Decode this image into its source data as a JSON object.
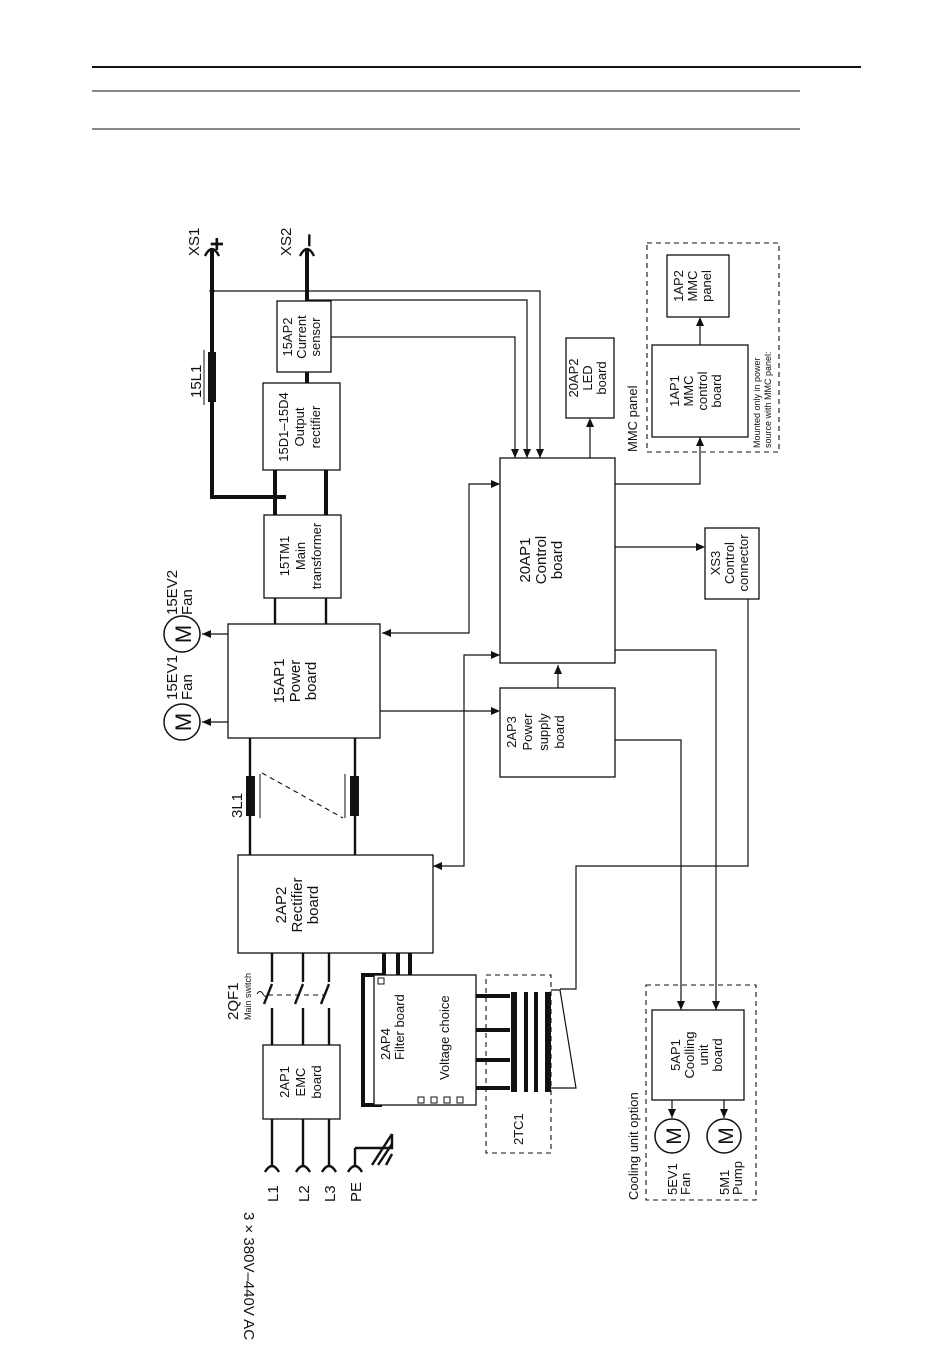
{
  "labels": {
    "xs1": "XS1",
    "xs2": "XS2",
    "plus": "+",
    "minus": "–",
    "l15l1": "15L1",
    "current_sensor": [
      "15AP2",
      "Current",
      "sensor"
    ],
    "output_rectifier": [
      "15D1–15D4",
      "Output",
      "rectifier"
    ],
    "main_transformer": [
      "15TM1",
      "Main",
      "transformer"
    ],
    "power_board": [
      "15AP1",
      "Power",
      "board"
    ],
    "fan1": [
      "15EV1",
      "Fan"
    ],
    "fan2": [
      "15EV2",
      "Fan"
    ],
    "motor": "M",
    "control_board": [
      "20AP1",
      "Control",
      "board"
    ],
    "led_board": [
      "20AP2",
      "LED",
      "board"
    ],
    "mmc_panel_caption": "MMC panel",
    "mmc_control": [
      "1AP1",
      "MMC",
      "control",
      "board"
    ],
    "mmc_panel": [
      "1AP2",
      "MMC",
      "panel"
    ],
    "mmc_note": [
      "Mounted only in power",
      "source with MMC panel:"
    ],
    "control_connector": [
      "XS3",
      "Control",
      "connector"
    ],
    "power_supply": [
      "2AP3",
      "Power",
      "supply",
      "board"
    ],
    "l3l1": "3L1",
    "rectifier_board": [
      "2AP2",
      "Rectifier",
      "board"
    ],
    "main_switch": [
      "2QF1",
      "Main switch"
    ],
    "emc_board": [
      "2AP1",
      "EMC",
      "board"
    ],
    "filter_board": [
      "2AP4",
      "Filter board"
    ],
    "voltage_choice": "Voltage choice",
    "transformer_2tc1": "2TC1",
    "cooling_option": "Cooling unit option",
    "cooling_unit": [
      "5AP1",
      "Coolling",
      "unit",
      "board"
    ],
    "cooling_fan": [
      "5EV1",
      "Fan"
    ],
    "pump": [
      "5M1",
      "Pump"
    ],
    "phases": [
      "L1",
      "L2",
      "L3",
      "PE"
    ],
    "supply": "3 × 380V–440V AC"
  }
}
